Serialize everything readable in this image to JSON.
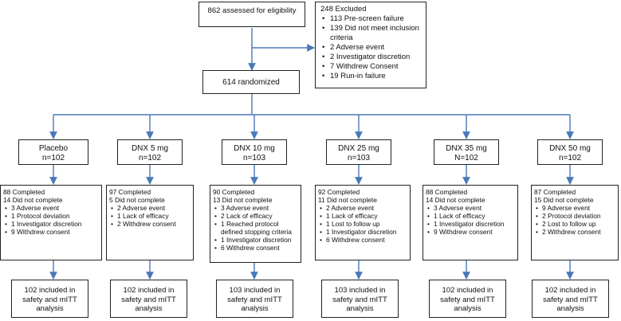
{
  "enrollment": {
    "assessed": "862 assessed for eligibility",
    "randomized": "614 randomized"
  },
  "excluded": {
    "title": "248 Excluded",
    "reasons": [
      "113 Pre-screen failure",
      "139 Did not meet inclusion criteria",
      "2 Adverse event",
      "2 Investigator discretion",
      "7 Withdrew Consent",
      "19 Run-in failure"
    ]
  },
  "arms": [
    {
      "name": "Placebo",
      "n": "n=102",
      "completed": "88 Completed",
      "not_completed": "14 Did not complete",
      "reasons": [
        "3 Adverse event",
        "1 Protocol deviation",
        "1 Investigator discretion",
        "9 Withdrew consent"
      ],
      "analysis": "102 included in safety and mITT analysis"
    },
    {
      "name": "DNX 5 mg",
      "n": "n=102",
      "completed": "97 Completed",
      "not_completed": "5 Did not complete",
      "reasons": [
        "2 Adverse event",
        "1 Lack of efficacy",
        "2 Withdrew consent"
      ],
      "analysis": "102 included in safety and mITT analysis"
    },
    {
      "name": "DNX 10 mg",
      "n": "n=103",
      "completed": "90 Completed",
      "not_completed": "13 Did not complete",
      "reasons": [
        "3 Adverse event",
        "2 Lack of efficacy",
        "1 Reached protocol defined stopping criteria",
        "1 Investigator discretion",
        "6 Withdrew consent"
      ],
      "analysis": "103 included in safety and mITT analysis"
    },
    {
      "name": "DNX 25 mg",
      "n": "n=103",
      "completed": "92 Completed",
      "not_completed": "11 Did not complete",
      "reasons": [
        "2 Adverse event",
        "1 Lack of efficacy",
        "1 Lost to follow up",
        "1 Investigator discretion",
        "6 Withdrew consent"
      ],
      "analysis": "103 included in safety and mITT analysis"
    },
    {
      "name": "DNX 35 mg",
      "n": "N=102",
      "completed": "88 Completed",
      "not_completed": "14 Did not complete",
      "reasons": [
        "3 Adverse event",
        "1 Lack of efficacy",
        "1 Investigator discretion",
        "9 Withdrew consent"
      ],
      "analysis": "102 included in safety and mITT analysis"
    },
    {
      "name": "DNX 50 mg",
      "n": "n=102",
      "completed": "87 Completed",
      "not_completed": "15 Did not complete",
      "reasons": [
        "9 Adverse event",
        "2 Protocol deviation",
        "2 Lost to follow up",
        "2 Withdrew consent"
      ],
      "analysis": "102 included in safety and mITT analysis"
    }
  ],
  "colors": {
    "connector": "#4a79b8",
    "box_border": "#222222"
  }
}
